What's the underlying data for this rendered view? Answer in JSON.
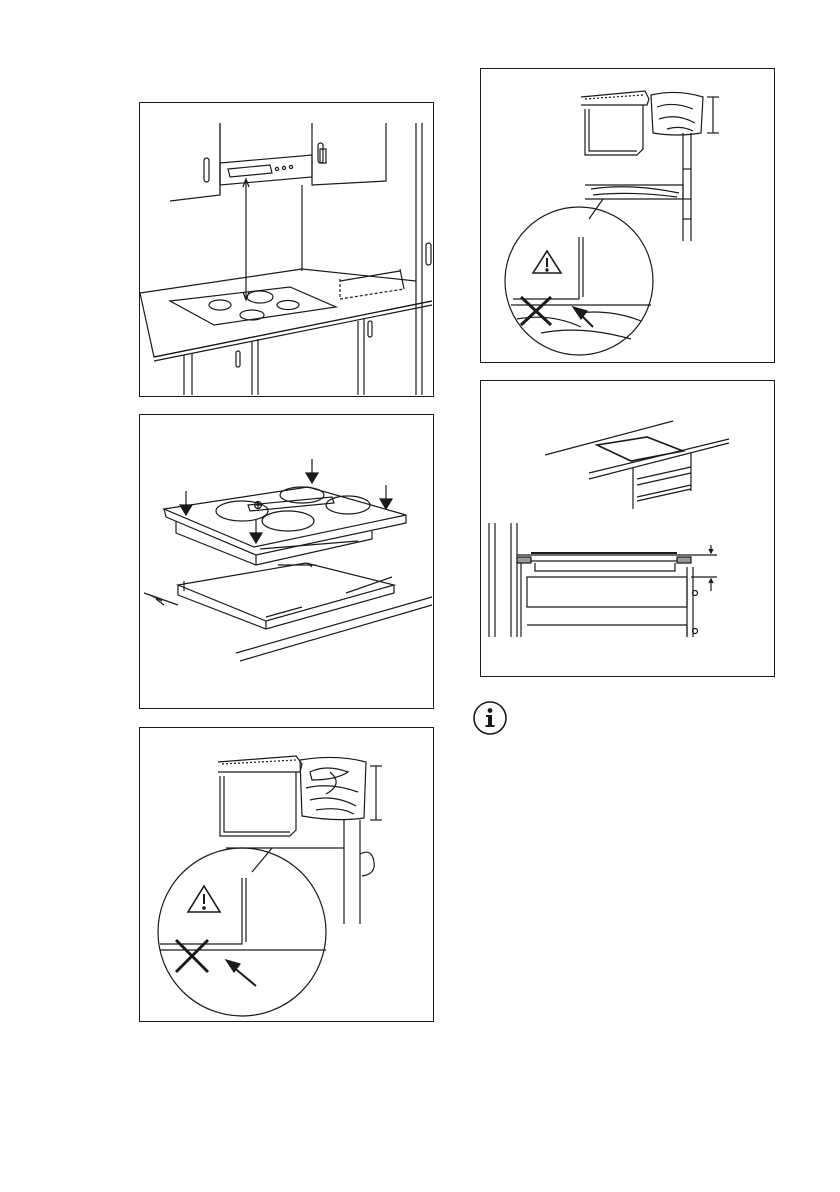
{
  "figures": [
    {
      "id": "hood-distance",
      "icon": "cooker-hood-illustration"
    },
    {
      "id": "hob-seal-insertion",
      "icon": "hob-seal-illustration"
    },
    {
      "id": "worktop-edge-warning",
      "icon": "warning-triangle-icon"
    },
    {
      "id": "worktop-edge-warning-2",
      "icon": "warning-triangle-icon"
    },
    {
      "id": "hob-flush-clearance",
      "icon": "hob-clearance-illustration"
    }
  ],
  "info_icon": "information-icon",
  "footer": ""
}
